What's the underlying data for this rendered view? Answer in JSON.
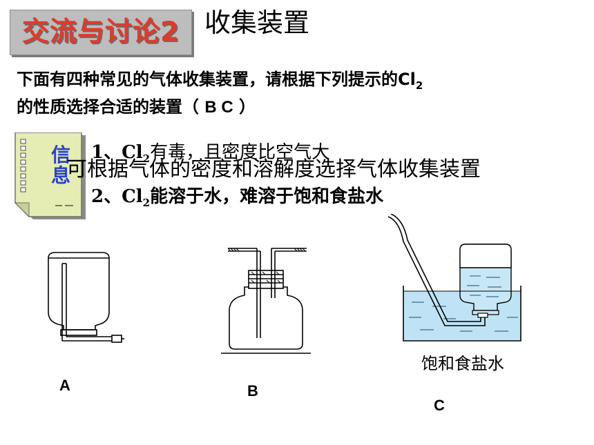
{
  "header": {
    "badge_text": "交流与讨论2",
    "title": "收集装置"
  },
  "question": {
    "line1_text": "下面有四种常见的气体收集装置，请根据下列提示的Cl",
    "line1_sub": "2",
    "line2_prefix": "的性质选择合适的装置（ ",
    "answer": "B C",
    "line2_suffix": "  ）"
  },
  "info": {
    "note_label": "信息",
    "item1_prefix": "1、Cl",
    "item1_sub": "2",
    "item1_suffix": "有毒，且密度比空气大",
    "overlay_text": "可根据气体的密度和溶解度选择气体收集装置",
    "item2_prefix": "2、Cl",
    "item2_sub": "2",
    "item2_suffix": "能溶于水，难溶于饱和食盐水"
  },
  "apparatus": {
    "label_a": "A",
    "label_b": "B",
    "label_c": "C",
    "label_c_liquid": "饱和食盐水"
  }
}
